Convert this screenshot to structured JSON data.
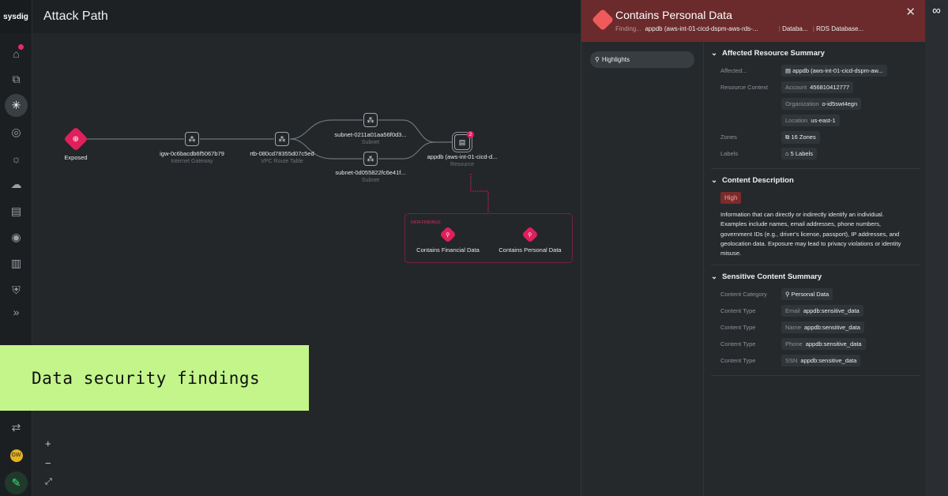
{
  "app": {
    "logo": "sysdig",
    "title": "Attack Path"
  },
  "sidebar": {
    "icons": [
      "home-icon",
      "inventory-icon",
      "attack-path-icon",
      "posture-icon",
      "vulnerabilities-icon",
      "cloud-security-icon",
      "compliance-icon",
      "identity-icon",
      "reports-icon",
      "policies-icon",
      "expand-icon"
    ],
    "bottom": {
      "avatar": "GW"
    }
  },
  "graph": {
    "nodes": [
      {
        "label": "Exposed",
        "type": ""
      },
      {
        "label": "igw-0c6bacdb6f5067b79",
        "type": "Internet Gateway"
      },
      {
        "label": "rtb-080cd78355d07c5ed",
        "type": "VPC Route Table"
      },
      {
        "label": "subnet-0211a01aa56f0d3...",
        "type": "Subnet"
      },
      {
        "label": "subnet-0d055822fc6e41f...",
        "type": "Subnet"
      },
      {
        "label": "appdb (aws-int-01-cicd-d...",
        "type": "Resource",
        "badge": "2"
      }
    ],
    "findings": {
      "title": "DATA FINDINGS",
      "items": [
        "Contains Financial Data",
        "Contains Personal Data"
      ]
    },
    "zoom": {
      "in": "+",
      "out": "−",
      "fit": "⤢"
    }
  },
  "overlay": {
    "text": "Data security findings"
  },
  "panel": {
    "title": "Contains Personal Data",
    "sub": {
      "label": "Finding...",
      "resource": "appdb (aws-int-01-cicd-dspm-aws-rds-...",
      "type": "Databa...",
      "service": "RDS Database..."
    },
    "nav": {
      "highlights": "Highlights"
    },
    "affected": {
      "title": "Affected Resource Summary",
      "affected_label": "Affected...",
      "affected_value": "appdb (aws-int-01-cicd-dspm-aw...",
      "context_label": "Resource Context",
      "context": [
        {
          "k": "Account",
          "v": "456810412777"
        },
        {
          "k": "Organization",
          "v": "o-id5swt4egn"
        },
        {
          "k": "Location",
          "v": "us-east-1"
        }
      ],
      "zones_label": "Zones",
      "zones": "16 Zones",
      "labels_label": "Labels",
      "labels": "5 Labels"
    },
    "description": {
      "title": "Content Description",
      "severity": "High",
      "severity_color": "#7a2b2b",
      "text": "Information that can directly or indirectly identify an individual. Examples include names, email addresses, phone numbers, government IDs (e.g., driver's license, passport), IP addresses, and geolocation data. Exposure may lead to privacy violations or identity misuse."
    },
    "sensitive": {
      "title": "Sensitive Content Summary",
      "category_label": "Content Category",
      "category": "Personal Data",
      "types": [
        {
          "label": "Content Type",
          "k": "Email",
          "v": "appdb:sensitive_data"
        },
        {
          "label": "Content Type",
          "k": "Name",
          "v": "appdb:sensitive_data"
        },
        {
          "label": "Content Type",
          "k": "Phone",
          "v": "appdb:sensitive_data"
        },
        {
          "label": "Content Type",
          "k": "SSN",
          "v": "appdb:sensitive_data"
        }
      ]
    }
  },
  "colors": {
    "accent": "#e01f5d",
    "panel_header": "#6b2a2b",
    "overlay": "#c3f58a"
  }
}
